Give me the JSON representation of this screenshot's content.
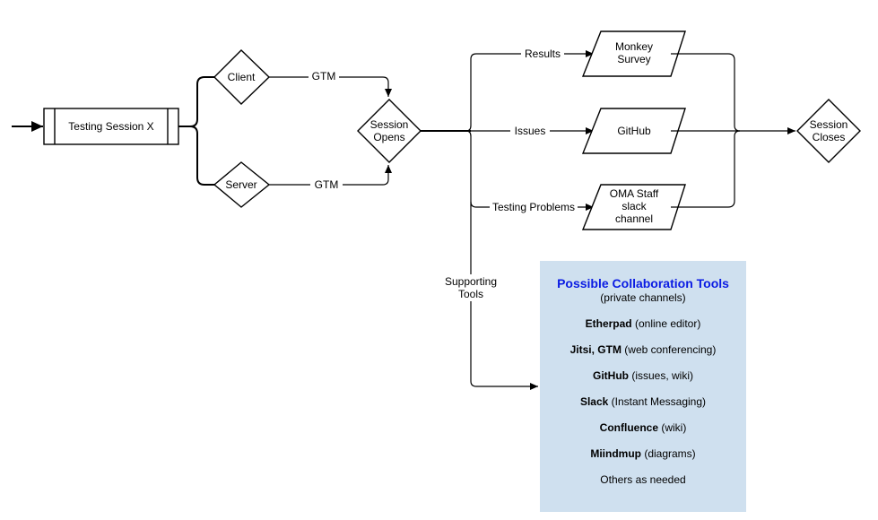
{
  "nodes": {
    "testing_session": "Testing Session X",
    "client": "Client",
    "server": "Server",
    "session_opens": [
      "Session",
      "Opens"
    ],
    "monkey_survey": [
      "Monkey",
      "Survey"
    ],
    "github": "GitHub",
    "oma_staff": [
      "OMA Staff",
      "slack",
      "channel"
    ],
    "session_closes": [
      "Session",
      "Closes"
    ]
  },
  "edges": {
    "client_gtm": "GTM",
    "server_gtm": "GTM",
    "results": "Results",
    "issues": "Issues",
    "testing_problems": "Testing Problems",
    "supporting_tools": [
      "Supporting",
      "Tools"
    ]
  },
  "panel": {
    "title": "Possible Collaboration Tools",
    "subtitle": "(private channels)",
    "items": [
      {
        "name": "Etherpad",
        "desc": " (online editor)"
      },
      {
        "name": "Jitsi, GTM",
        "desc": " (web conferencing)"
      },
      {
        "name": "GitHub",
        "desc": " (issues, wiki)"
      },
      {
        "name": "Slack",
        "desc": " (Instant Messaging)"
      },
      {
        "name": "Confluence",
        "desc": " (wiki)"
      },
      {
        "name": "Miindmup",
        "desc": " (diagrams)"
      },
      {
        "name": "",
        "desc": "Others as needed"
      }
    ]
  },
  "colors": {
    "panel_bg": "#cfe0ef",
    "panel_title": "#0a1be3"
  }
}
